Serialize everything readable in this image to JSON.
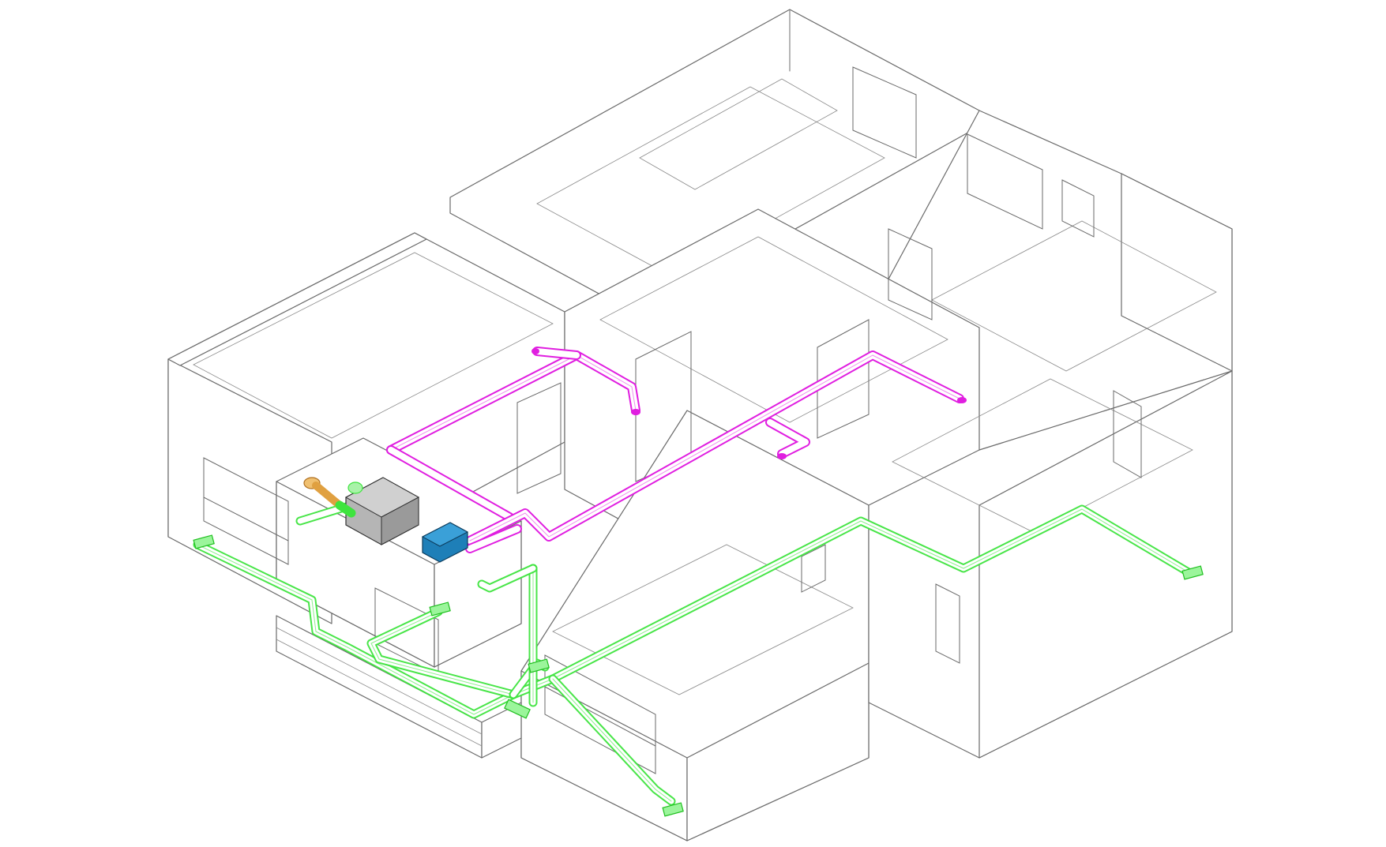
{
  "drawing": {
    "type": "isometric-ventilation-layout",
    "colors": {
      "walls": "#6a6a6a",
      "supply_duct": "#e01ee0",
      "exhaust_duct": "#3ee43e",
      "main_unit": "#b5b5b5",
      "distribution_box": "#1e7fb8",
      "outdoor_intake": "#e0a040"
    },
    "components": {
      "main_unit": "ventilation-unit",
      "distribution_box": "supply-plenum",
      "grilles": "exhaust-grille"
    }
  }
}
